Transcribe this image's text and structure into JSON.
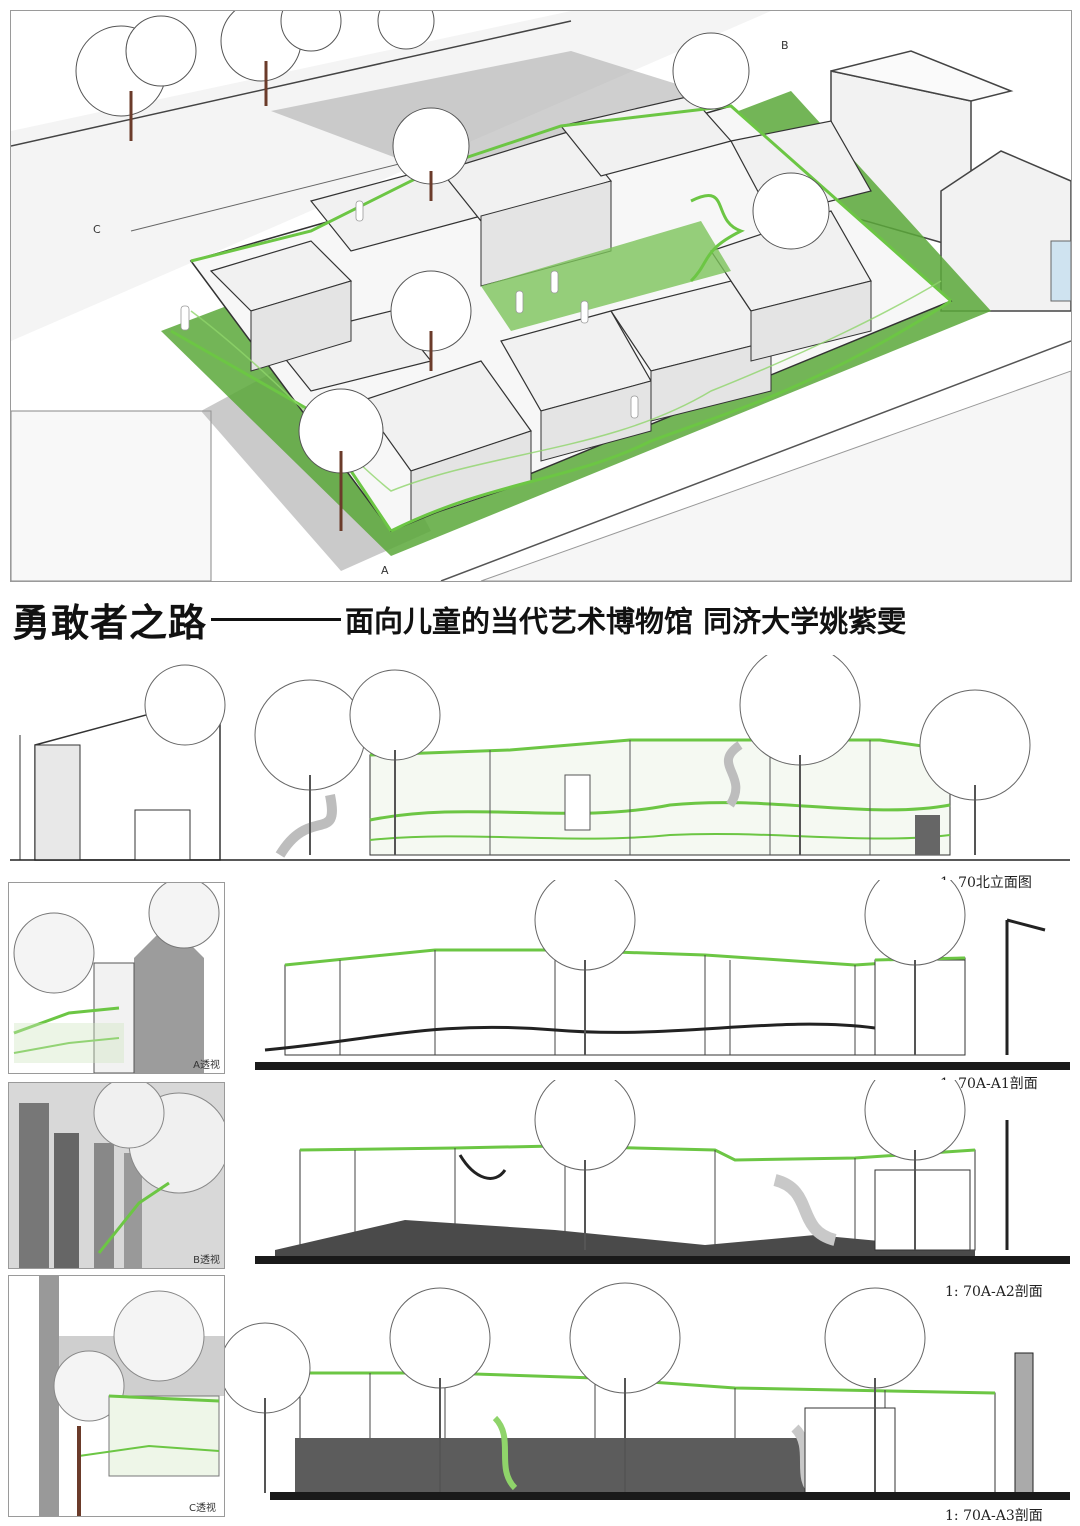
{
  "title": {
    "main": "勇敢者之路",
    "sub": "面向儿童的当代艺术博物馆 同济大学姚紫雯"
  },
  "axonometric": {
    "labels": {
      "a": "A",
      "b": "B",
      "c": "C"
    }
  },
  "drawings": {
    "north_elevation": "1: 70北立面图",
    "section_a1": "1: 70A-A1剖面",
    "section_a2": "1: 70A-A2剖面",
    "section_a3": "1: 70A-A3剖面"
  },
  "perspectives": {
    "a": "A透视",
    "b": "B透视",
    "c": "C透视"
  },
  "colors": {
    "accent_green": "#6cc644",
    "lawn_green": "#5aa83a",
    "shadow_grey": "#9a9a9a",
    "ground_dark": "#1a1a1a"
  }
}
